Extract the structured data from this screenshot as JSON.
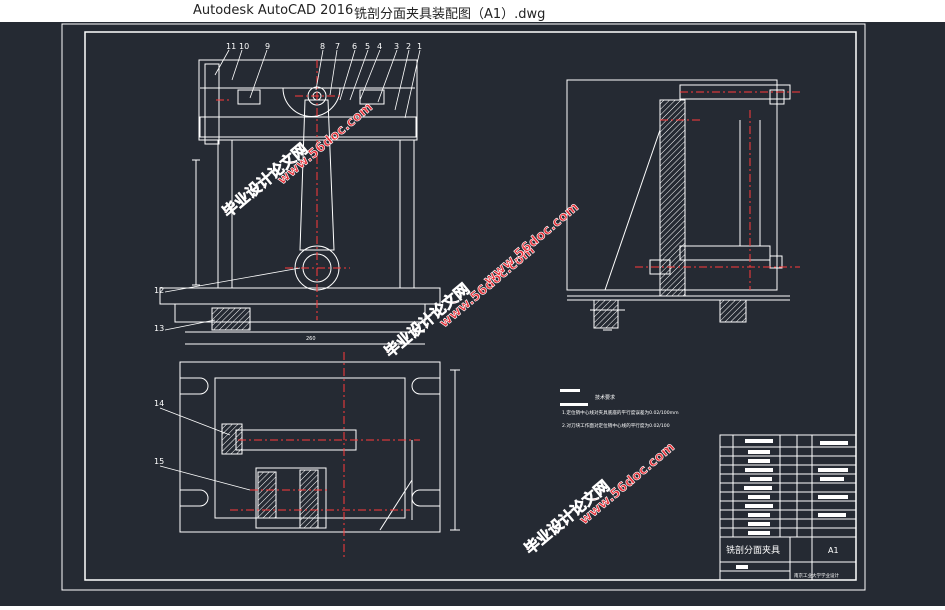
{
  "window": {
    "app_title": "Autodesk AutoCAD 2016",
    "file_title": "铣剖分面夹具装配图（A1）.dwg"
  },
  "colors": {
    "background": "#252a33",
    "line": "#ffffff",
    "center_line": "#ff3b3b",
    "watermark": "#e8323a"
  },
  "drawing": {
    "part_numbers_top": [
      "11",
      "10",
      "9",
      "8",
      "7",
      "6",
      "5",
      "4",
      "3",
      "2",
      "1"
    ],
    "part_numbers_left": [
      "12",
      "13",
      "14",
      "15"
    ],
    "dimension_front_width": "260",
    "tech_req_title": "技术要求",
    "tech_req_line1": "1.定位销中心线对夹具底座的平行度误差为0.02/100mm",
    "tech_req_line2": "2.对刀块工作面对定位销中心线的平行度为0.02/100",
    "title_block_name": "铣剖分面夹具",
    "title_block_sheet": "A1",
    "title_block_school": "南京工业大学学业设计"
  },
  "watermarks": [
    {
      "cn": "毕业设计论文网",
      "url": "www.56doc.com"
    },
    {
      "cn": "毕业设计论文网",
      "url": "www.56doc.com"
    },
    {
      "cn": "毕业设计论文网",
      "url": "www.56doc.com"
    },
    {
      "cn": "毕业设计论文网",
      "url": "www.56doc.com"
    }
  ]
}
